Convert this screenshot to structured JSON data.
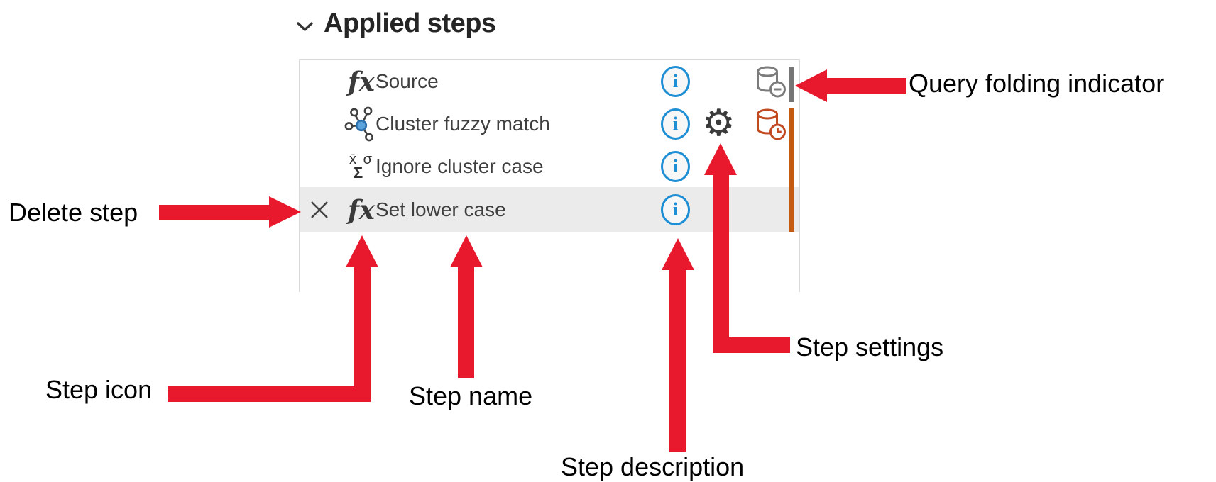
{
  "header": {
    "title": "Applied steps"
  },
  "steps": [
    {
      "name": "Source",
      "icon": "fx-icon",
      "has_info": true,
      "has_settings": false,
      "folding_indicator": "gray",
      "db_badge": "not-folded-minus"
    },
    {
      "name": "Cluster fuzzy match",
      "icon": "cluster-icon",
      "has_info": true,
      "has_settings": true,
      "folding_indicator": "orange",
      "db_badge": "time-clock"
    },
    {
      "name": "Ignore cluster case",
      "icon": "statistics-icon",
      "has_info": true,
      "has_settings": false,
      "folding_indicator": "orange",
      "db_badge": null
    },
    {
      "name": "Set lower case",
      "icon": "fx-icon",
      "has_info": true,
      "has_settings": false,
      "folding_indicator": "orange",
      "db_badge": null,
      "selected": true,
      "has_delete": true
    }
  ],
  "annotations": {
    "query_folding": "Query folding indicator",
    "delete_step": "Delete step",
    "step_icon": "Step icon",
    "step_name": "Step name",
    "step_description": "Step description",
    "step_settings": "Step settings"
  },
  "icons": {
    "fx": "fx",
    "info": "i",
    "delete": "✕",
    "gear": "⚙",
    "stats_top": "x̄ σ",
    "stats_sigma": "Σ"
  },
  "colors": {
    "arrow": "#e8182d",
    "panel_border": "#d9d9d9",
    "row_selected": "#ebebeb",
    "info_blue": "#1e8fd5",
    "fold_gray": "#767676",
    "fold_orange": "#c55a11",
    "db_gray": "#7c7c7c",
    "db_red": "#c14a21",
    "step_text": "#3f3f3f",
    "header_text": "#252525",
    "icon_dark": "#3b3b3b"
  }
}
